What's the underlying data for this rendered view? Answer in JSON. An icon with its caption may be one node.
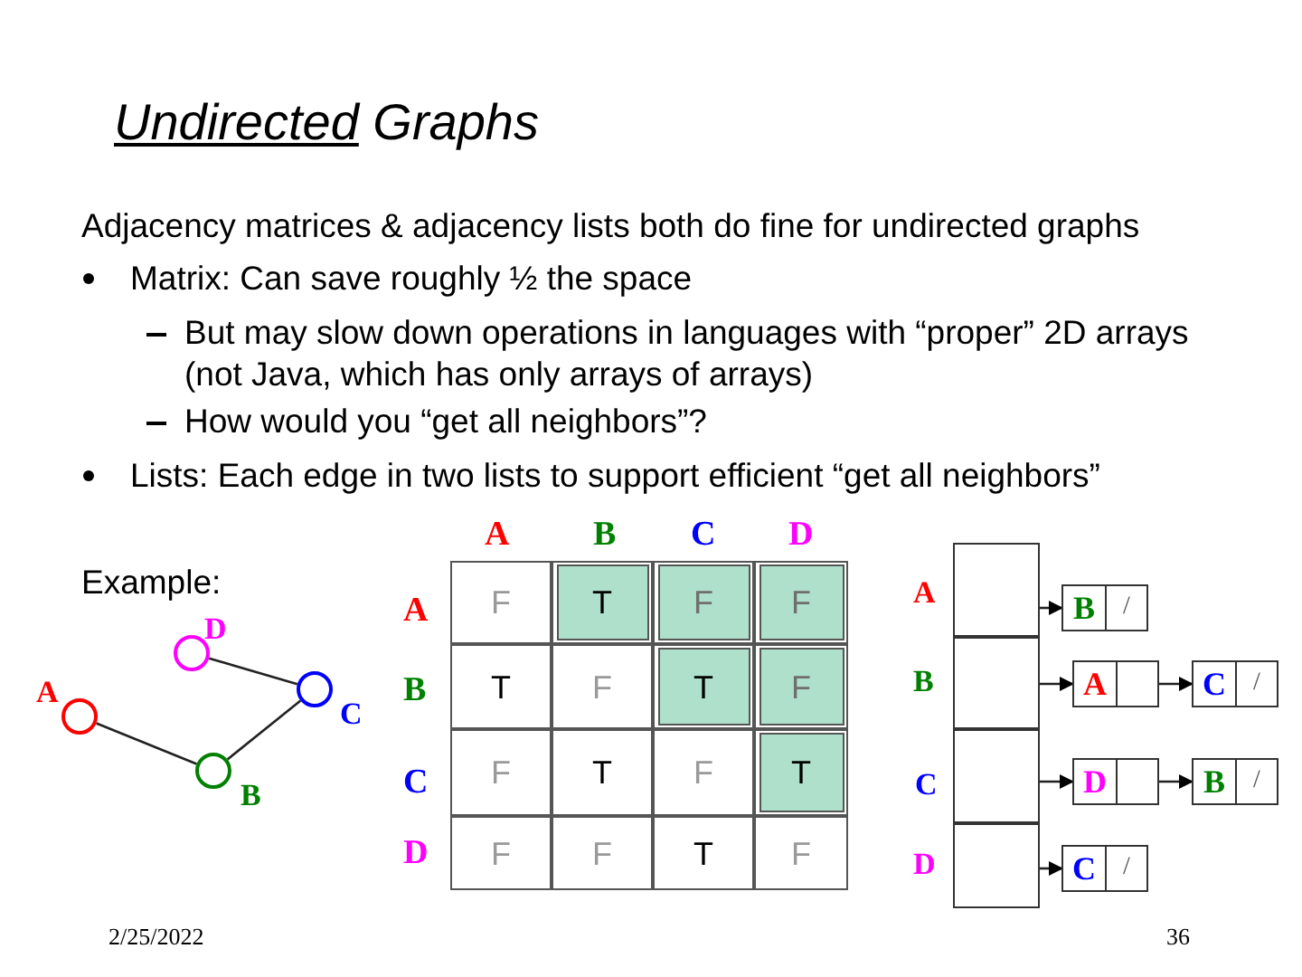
{
  "diagram": {
    "title": "Undirected Graphs",
    "nodes": [
      {
        "text": [],
        "shape": "circle",
        "beside": [
          "A"
        ]
      },
      {
        "text": [],
        "shape": "circle",
        "beside": [
          "B"
        ]
      },
      {
        "text": [],
        "shape": "circle",
        "beside": [
          "C"
        ]
      },
      {
        "text": [],
        "shape": "circle",
        "beside": [
          "D"
        ]
      },
      {
        "text": [],
        "shape": "box",
        "beside": [
          "A"
        ]
      },
      {
        "text": [],
        "shape": "box",
        "beside": [
          "B"
        ]
      },
      {
        "text": [],
        "shape": "box",
        "beside": [
          "C"
        ]
      },
      {
        "text": [],
        "shape": "box",
        "beside": [
          "D"
        ]
      },
      {
        "text": [
          "B",
          "/"
        ]
      },
      {
        "text": [
          "A"
        ]
      },
      {
        "text": [
          "C",
          "/"
        ]
      },
      {
        "text": [
          "D"
        ]
      },
      {
        "text": [
          "B",
          "/"
        ]
      },
      {
        "text": [
          "C",
          "/"
        ]
      }
    ],
    "edges": [
      {
        "from": 0,
        "to": 1,
        "arrow": "none"
      },
      {
        "from": 1,
        "to": 2,
        "arrow": "none"
      },
      {
        "from": 2,
        "to": 3,
        "arrow": "none"
      },
      {
        "from": 4,
        "to": 8,
        "arrow": "to"
      },
      {
        "from": 5,
        "to": 9,
        "arrow": "to"
      },
      {
        "from": 9,
        "to": 10,
        "arrow": "to"
      },
      {
        "from": 6,
        "to": 11,
        "arrow": "to"
      },
      {
        "from": 11,
        "to": 12,
        "arrow": "to"
      },
      {
        "from": 7,
        "to": 13,
        "arrow": "to"
      }
    ],
    "labels": [
      "Adjacency matrices & adjacency lists both do fine for undirected graphs",
      "Matrix: Can save roughly ½ the space",
      "But may slow down operations in languages with “proper” 2D arrays (not Java, which has only arrays of arrays)",
      "How would you “get all neighbors”?",
      "Lists: Each edge in two lists to support efficient “get all neighbors”",
      "Example:",
      "A",
      "B",
      "C",
      "D",
      "A",
      "F",
      "T",
      "F",
      "F",
      "B",
      "T",
      "F",
      "T",
      "F",
      "C",
      "F",
      "T",
      "F",
      "T",
      "D",
      "F",
      "F",
      "T",
      "F",
      "2/25/2022",
      "36"
    ]
  }
}
